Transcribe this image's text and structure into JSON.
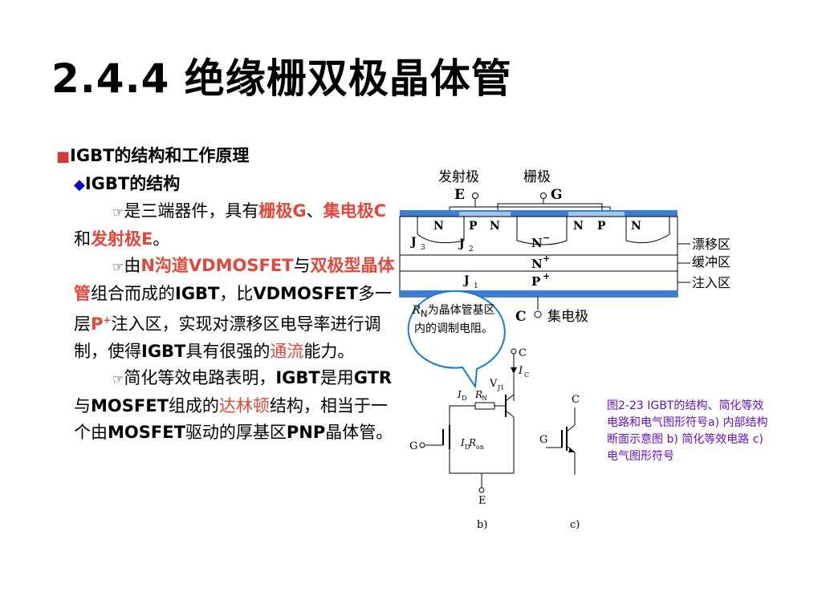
{
  "title": "2.4.4 绝缘栅双极晶体管",
  "section": {
    "bullet1": "IGBT的结构和工作原理",
    "bullet2": "IGBT的结构",
    "p1_a": "是三端器件，具有",
    "p1_b": "栅极G",
    "p1_c": "、",
    "p1_d": "集电极C",
    "p1_e": "和",
    "p1_f": "发射极E",
    "p1_g": "。",
    "p2_a": "由",
    "p2_b": "N沟道VDMOSFET",
    "p2_c": "与",
    "p2_d": "双极型晶体管",
    "p2_e": "组合而成的",
    "p2_f": "IGBT",
    "p2_g": "，比",
    "p2_h": "VDMOSFET",
    "p2_i": "多一层",
    "p2_j": "P",
    "p2_k": "+",
    "p2_l": "注入区，实现对漂移区电导率进行调制，使得",
    "p2_m": "IGBT",
    "p2_n": "具有很强的",
    "p2_o": "通流",
    "p2_p": "能力。",
    "p3_a": "简化等效电路表明，",
    "p3_b": "IGBT",
    "p3_c": "是用",
    "p3_d": "GTR",
    "p3_e": "与",
    "p3_f": "MOSFET",
    "p3_g": "组成的",
    "p3_h": "达林顿",
    "p3_i": "结构，相当于一个由",
    "p3_j": "MOSFET",
    "p3_k": "驱动的厚基区",
    "p3_l": "PNP",
    "p3_m": "晶体管。"
  },
  "bubble": {
    "rn": "R",
    "rn_sub": "N",
    "text": "为晶体管基区内的调制电阻。"
  },
  "figure": {
    "emitter_label": "发射极",
    "gate_label": "栅极",
    "E": "E",
    "G": "G",
    "C": "C",
    "collector_label": "集电极",
    "drift": "漂移区",
    "buffer": "缓冲区",
    "inject": "注入区",
    "J1": "J",
    "J2": "J",
    "J3": "J",
    "Nminus": "N",
    "Nplus": "N",
    "Pplus": "P",
    "b_label": "b)",
    "c_label": "c)",
    "ID": "I",
    "RN": "R",
    "VJ1": "V",
    "IC": "I",
    "Ron": "R"
  },
  "caption": "图2-23  IGBT的结构、简化等效电路和电气图形符号a) 内部结构断面示意图  b) 简化等效电路  c) 电气图形符号",
  "colors": {
    "red": "#e0483c",
    "caption": "#6a0fc0",
    "blue": "#0000cc"
  }
}
